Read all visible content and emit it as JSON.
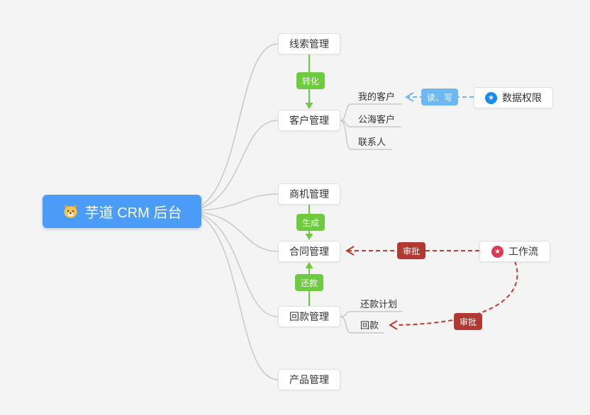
{
  "diagram": {
    "background_color": "#f4f4f4",
    "root": {
      "label": "芋道 CRM 后台",
      "icon": "dog-face-icon",
      "color": "#4a9cf6"
    },
    "modules": [
      {
        "label": "线索管理"
      },
      {
        "label": "客户管理"
      },
      {
        "label": "商机管理"
      },
      {
        "label": "合同管理"
      },
      {
        "label": "回款管理"
      },
      {
        "label": "产品管理"
      }
    ],
    "customer_children": [
      {
        "label": "我的客户"
      },
      {
        "label": "公海客户"
      },
      {
        "label": "联系人"
      }
    ],
    "receivable_children": [
      {
        "label": "还款计划"
      },
      {
        "label": "回款"
      }
    ],
    "badges": {
      "convert": {
        "label": "转化",
        "color": "#6ecb3f"
      },
      "generate": {
        "label": "生成",
        "color": "#6ecb3f"
      },
      "repay": {
        "label": "还款",
        "color": "#6ecb3f"
      },
      "read_write": {
        "label": "读、写",
        "color": "#6db8f3"
      },
      "approve_contract": {
        "label": "审批",
        "color": "#b23832"
      },
      "approve_receivable": {
        "label": "审批",
        "color": "#b23832"
      }
    },
    "side_nodes": {
      "data_permission": {
        "label": "数据权限",
        "icon": "star-circle-icon",
        "icon_color": "#1989fa"
      },
      "workflow": {
        "label": "工作流",
        "icon": "star-circle-icon",
        "icon_color": "#e0394f"
      }
    },
    "edge_colors": {
      "branch_gray": "#c8c8c8",
      "arrow_green": "#6ecb3f",
      "arrow_blue": "#6cb5f0",
      "arrow_red": "#c0392b"
    }
  }
}
